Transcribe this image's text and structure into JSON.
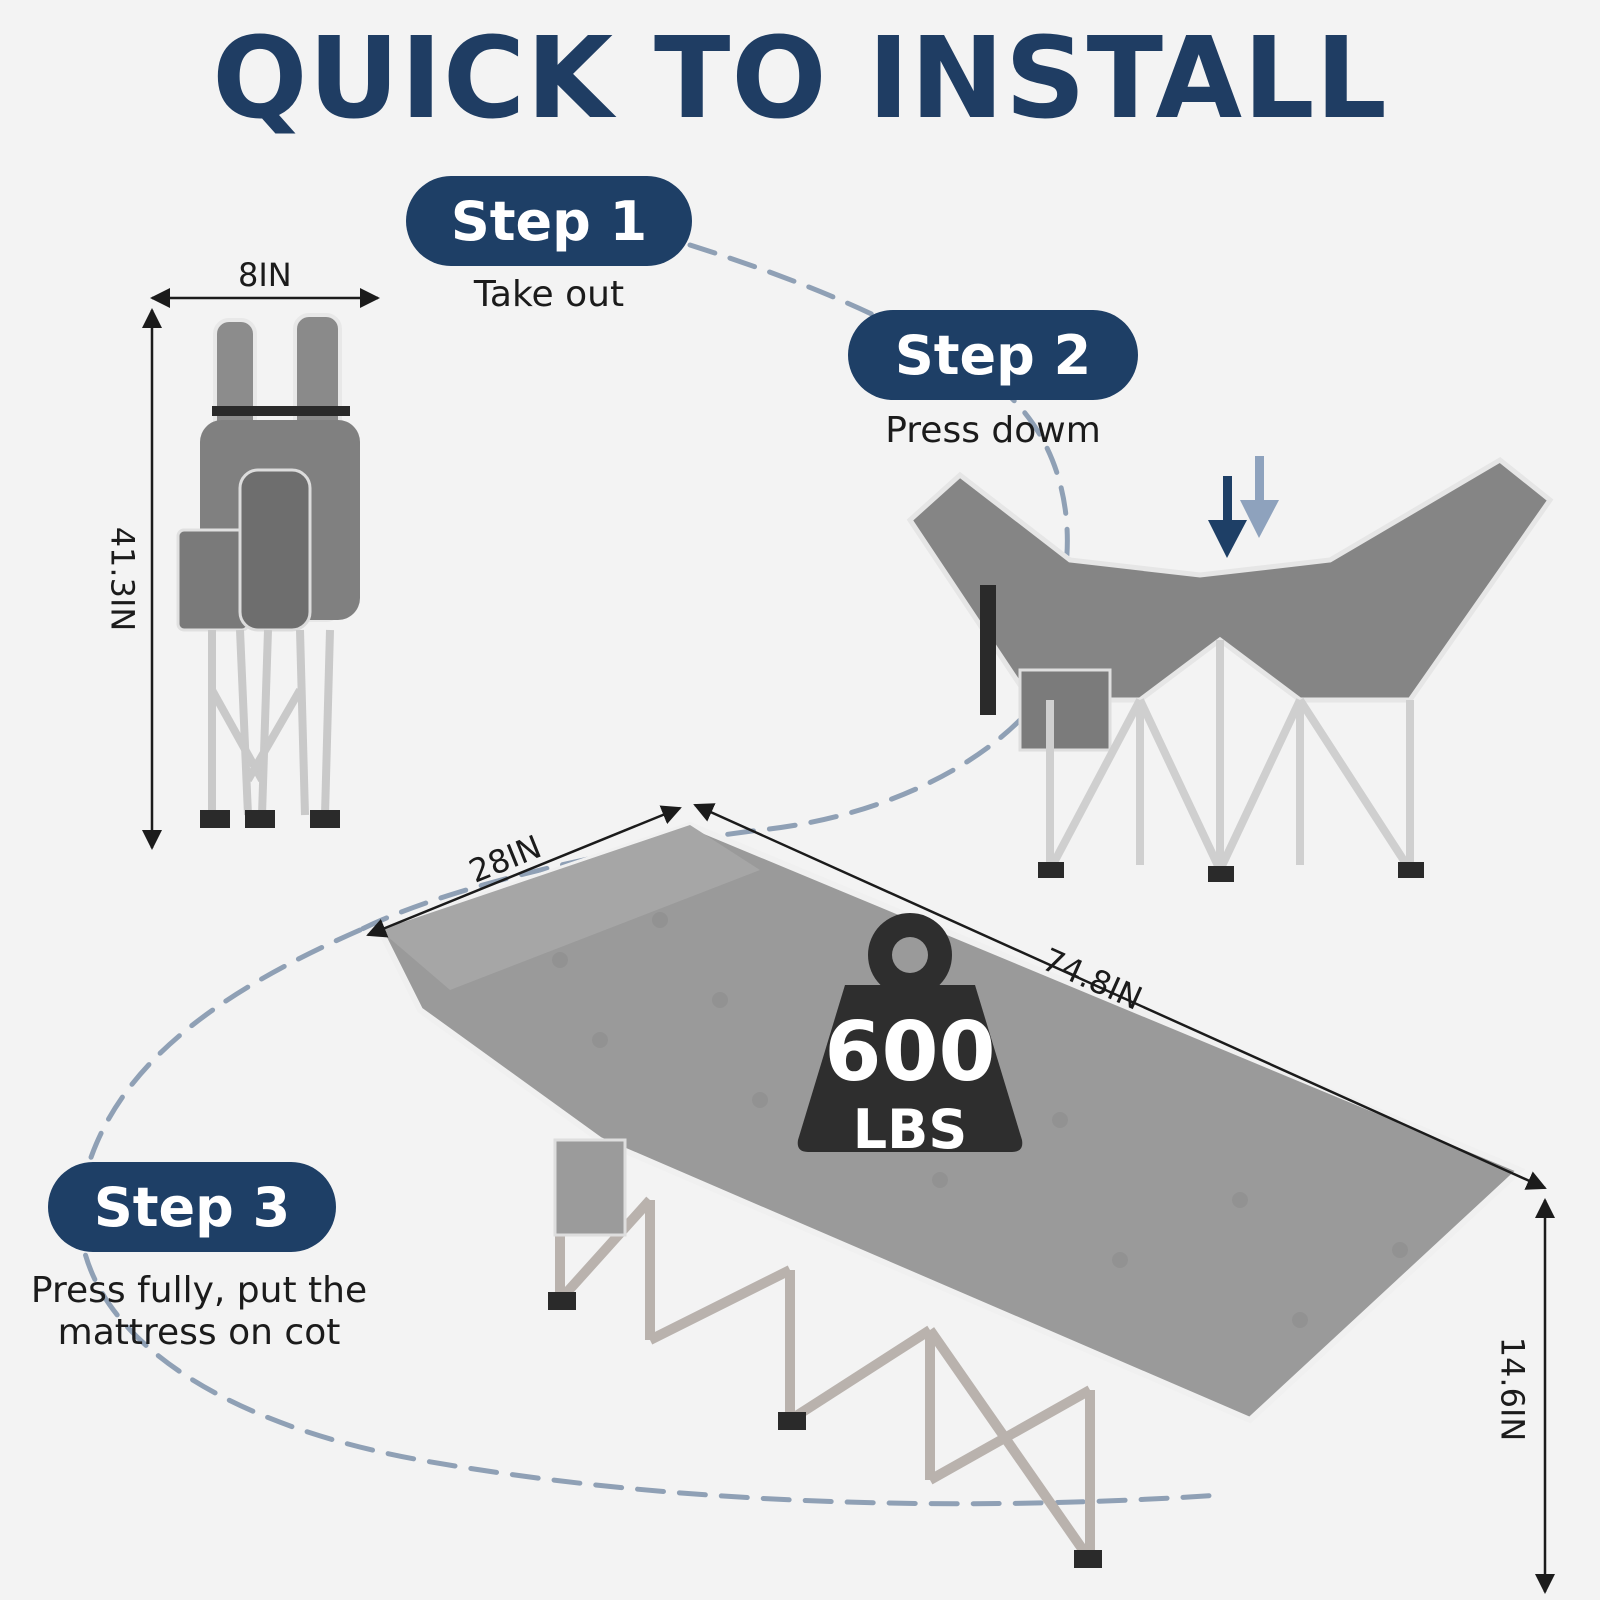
{
  "title": "QUICK TO INSTALL",
  "colors": {
    "navy": "#1e3f66",
    "dash": "#8fa0b5",
    "fabric": "#8a8a8a",
    "frame": "#c7c7c7"
  },
  "steps": [
    {
      "label": "Step 1",
      "caption": "Take out"
    },
    {
      "label": "Step 2",
      "caption": "Press dowm"
    },
    {
      "label": "Step 3",
      "caption_line1": "Press fully, put the",
      "caption_line2": "mattress on cot"
    }
  ],
  "dimensions": {
    "folded_width": "8IN",
    "folded_height": "41.3IN",
    "width": "28IN",
    "length": "74.8IN",
    "height": "14.6IN"
  },
  "weight": {
    "value": "600",
    "unit": "LBS"
  },
  "icons": [
    "down-arrow-icon",
    "weight-icon"
  ]
}
